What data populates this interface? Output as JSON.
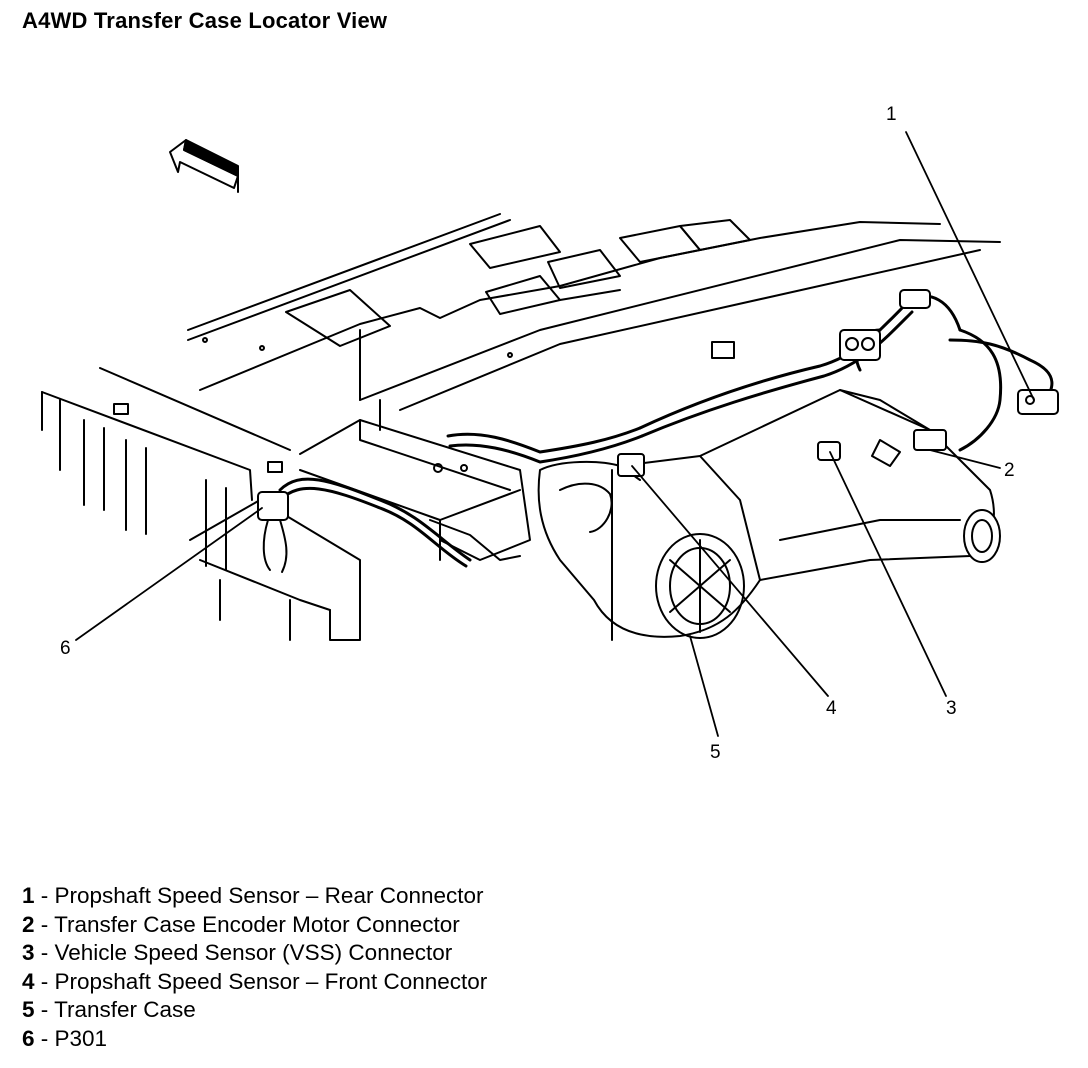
{
  "title": "A4WD Transfer Case Locator View",
  "callouts": [
    "1",
    "2",
    "3",
    "4",
    "5",
    "6"
  ],
  "legend": [
    {
      "num": "1",
      "text": " - Propshaft Speed Sensor – Rear Connector"
    },
    {
      "num": "2",
      "text": " - Transfer Case Encoder Motor Connector"
    },
    {
      "num": "3",
      "text": " - Vehicle Speed Sensor (VSS) Connector"
    },
    {
      "num": "4",
      "text": " - Propshaft Speed Sensor – Front Connector"
    },
    {
      "num": "5",
      "text": " - Transfer Case"
    },
    {
      "num": "6",
      "text": " - P301"
    }
  ]
}
